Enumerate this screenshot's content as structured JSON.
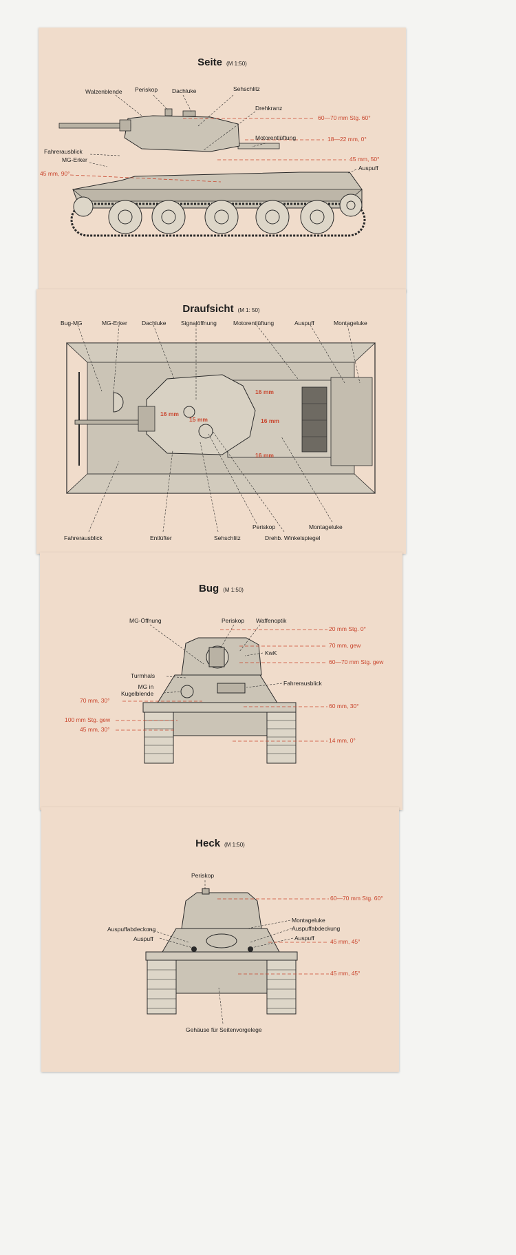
{
  "seite": {
    "title": "Seite",
    "scale": "(M 1:50)",
    "labels": [
      "Walzenblende",
      "Periskop",
      "Dachluke",
      "Sehschlitz",
      "Drehkranz",
      "Motorentlüftung",
      "Fahrerausblick",
      "MG-Erker",
      "Auspuff"
    ],
    "armor": [
      "60—70 mm Stg. 60°",
      "18—22 mm, 0°",
      "45 mm, 50°",
      "45 mm, 90°"
    ]
  },
  "draufsicht": {
    "title": "Draufsicht",
    "scale": "(M 1: 50)",
    "top_labels": [
      "Bug-MG",
      "MG-Erker",
      "Dachluke",
      "Signalöffnung",
      "Motorentlüftung",
      "Auspuff",
      "Montageluke"
    ],
    "bottom_labels": [
      "Fahrerausblick",
      "Entlüfter",
      "Sehschlitz",
      "Periskop",
      "Drehb. Winkelspiegel",
      "Montageluke"
    ],
    "armor": [
      "16 mm",
      "15 mm",
      "16 mm",
      "16 mm",
      "16 mm"
    ]
  },
  "bug": {
    "title": "Bug",
    "scale": "(M 1:50)",
    "labels": [
      "MG-Öffnung",
      "Periskop",
      "Waffenoptik",
      "KwK",
      "Turmhals",
      "MG in",
      "Kugelblende",
      "Fahrerausblick"
    ],
    "armor": [
      "20 mm Stg. 0°",
      "70 mm, gew",
      "60—70 mm Stg. gew",
      "60 mm, 30°",
      "14 mm, 0°",
      "70 mm, 30°",
      "100 mm Stg. gew",
      "45 mm, 30°"
    ]
  },
  "heck": {
    "title": "Heck",
    "scale": "(M 1:50)",
    "labels": [
      "Periskop",
      "Montageluke",
      "Auspuffabdeckung",
      "Auspuffabdeckung",
      "Auspuff",
      "Auspuff",
      "Gehäuse für Seitenvorgelege"
    ],
    "armor": [
      "60—70 mm Stg. 60°",
      "45 mm, 45°",
      "45 mm, 45°"
    ]
  },
  "colors": {
    "paper": "#f0dccb",
    "ink": "#1e1e1e",
    "armor": "#c9462e",
    "hull": "#c9c2b4"
  }
}
